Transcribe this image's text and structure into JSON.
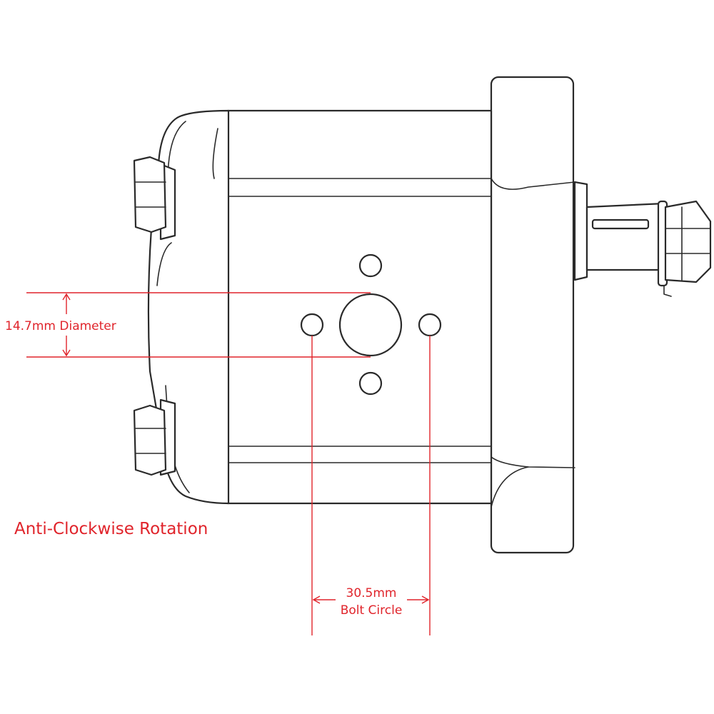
{
  "diagram": {
    "accent_color": "#e0242b",
    "outline_color": "#2a2a2a",
    "diameter_label": "14.7mm Diameter",
    "bolt_circle_value": "30.5mm",
    "bolt_circle_label": "Bolt Circle",
    "rotation_label": "Anti-Clockwise Rotation"
  }
}
